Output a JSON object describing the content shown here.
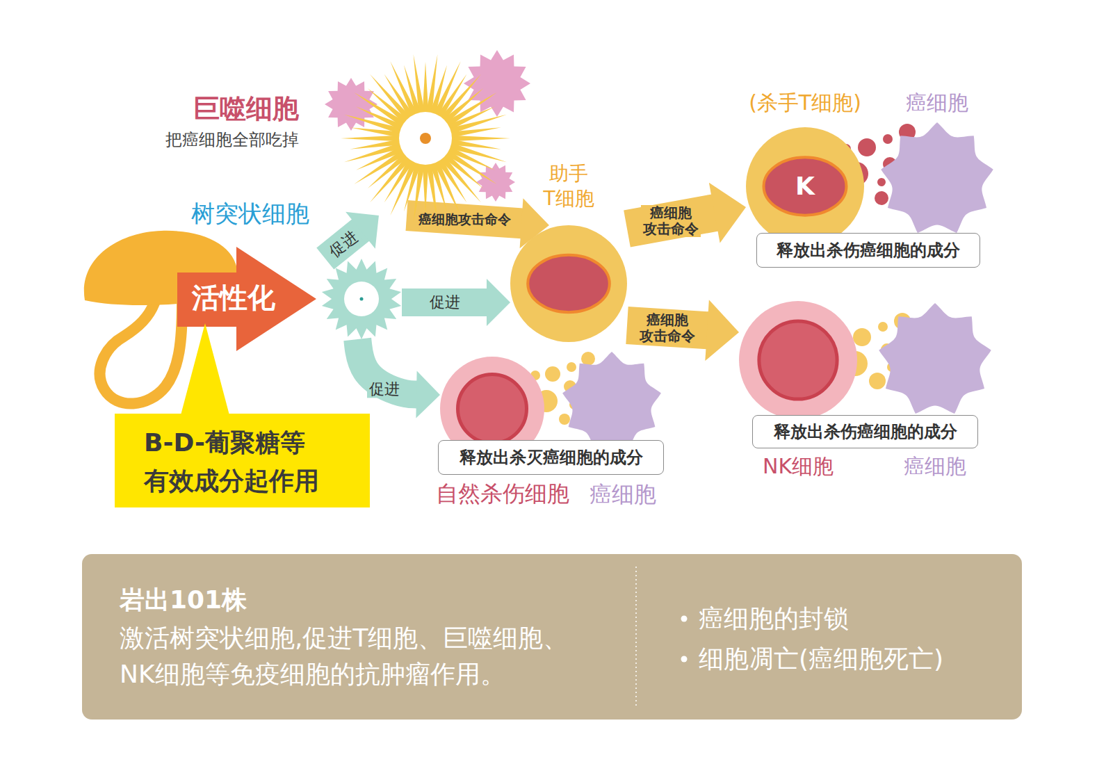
{
  "diagram": {
    "nodes": [
      {
        "text": [
          "巨噬细胞",
          "把癌细胞全部吃掉"
        ]
      },
      {
        "text": [
          "树突状细胞"
        ]
      },
      {
        "text": [
          "助手 T细胞"
        ]
      },
      {
        "text": [
          "(杀手T细胞)",
          "K"
        ]
      },
      {
        "text": [
          "癌细胞"
        ]
      },
      {
        "text": [
          "释放出杀伤癌细胞的成分"
        ]
      },
      {
        "text": [
          "NK细胞"
        ]
      },
      {
        "text": [
          "癌细胞"
        ]
      },
      {
        "text": [
          "释放出杀伤癌细胞的成分"
        ]
      },
      {
        "text": [
          "自然杀伤细胞"
        ]
      },
      {
        "text": [
          "癌细胞"
        ]
      },
      {
        "text": [
          "释放出杀灭癌细胞的成分"
        ]
      },
      {
        "text": [
          "B-D-葡聚糖等 有效成分起作用"
        ]
      },
      {
        "text": [
          "岩出101株",
          "激活树突状细胞,促进T细胞、巨噬细胞、NK细胞等免疫细胞的抗肿瘤作用。",
          "癌细胞的封锁",
          "细胞凋亡(癌细胞死亡)"
        ]
      }
    ],
    "edges": [
      {
        "from": 1,
        "to": 0,
        "arrow": "to",
        "label": "促进"
      },
      {
        "from": 1,
        "to": 2,
        "arrow": "to",
        "label": "促进"
      },
      {
        "from": 1,
        "to": 9,
        "arrow": "to",
        "label": "促进"
      },
      {
        "from": 0,
        "to": 2,
        "arrow": "to",
        "label": "癌细胞攻击命令"
      },
      {
        "from": 2,
        "to": 3,
        "arrow": "to",
        "label": "癌细胞 攻击命令"
      },
      {
        "from": 2,
        "to": 6,
        "arrow": "to",
        "label": "癌细胞 攻击命令"
      }
    ],
    "labels": [
      "活性化"
    ]
  }
}
